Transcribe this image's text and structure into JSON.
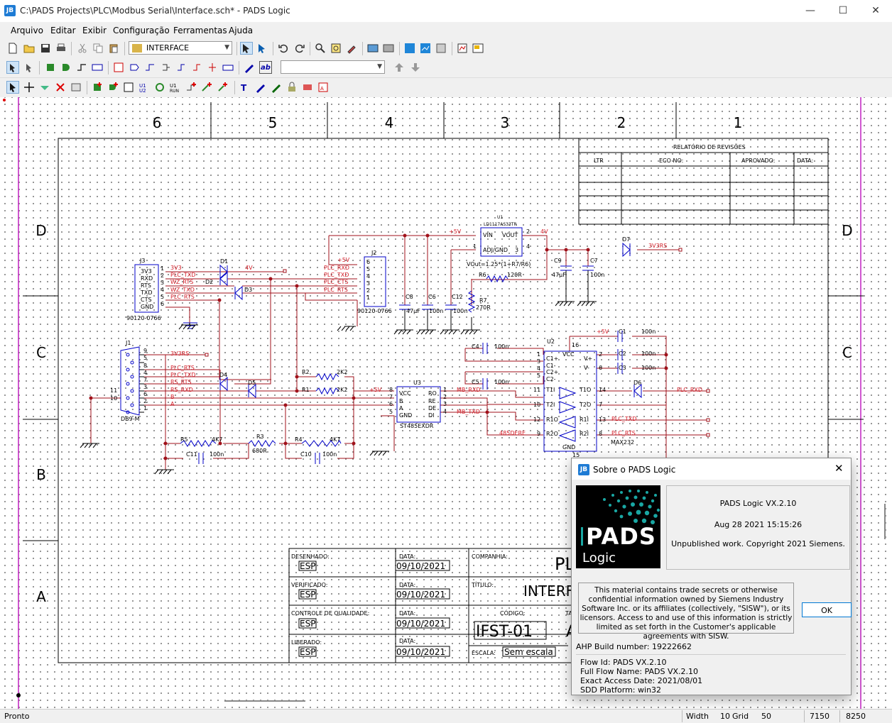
{
  "window": {
    "title": "C:\\PADS Projects\\PLC\\Modbus Serial\\Interface.sch* - PADS Logic",
    "icon": "pads-app-icon"
  },
  "menu": [
    "Arquivo",
    "Editar",
    "Exibir",
    "Configuração",
    "Ferramentas",
    "Ajuda"
  ],
  "toolbar": {
    "sheet_select": "INTERFACE",
    "filter_select": ""
  },
  "sheet": {
    "columns": [
      "6",
      "5",
      "4",
      "3",
      "2",
      "1"
    ],
    "rows": [
      "D",
      "C",
      "B",
      "A"
    ],
    "revisions": {
      "title": "RELATÓRIO DE REVISÕES",
      "headers": [
        "LTR",
        "ECO NO:",
        "APROVADO:",
        "DATA:"
      ]
    },
    "title_block": {
      "drawn_label": "DESENHADO:",
      "drawn": "ESP",
      "checked_label": "VERIFICADO:",
      "checked": "ESP",
      "qc_label": "CONTROLE DE QUALIDADE:",
      "qc": "ESP",
      "released_label": "LIBERADO:",
      "released": "ESP",
      "date_label": "DATA:",
      "date1": "09/10/2021",
      "date2": "09/10/2021",
      "date3": "09/10/2021",
      "date4": "09/10/2021",
      "company_label": "COMPANHIA:",
      "company": "PL",
      "title_label": "TÍTULO:",
      "title": "INTERF",
      "code_label": "CÓDIGO:",
      "code": "IFST-01",
      "size_label": "TA",
      "size": "A",
      "scale_label": "ESCALA:",
      "scale": "Sem escala"
    }
  },
  "schematic": {
    "j3": {
      "ref": "J3",
      "part": "90120-0766",
      "pins": [
        "3V3",
        "RXD",
        "RTS",
        "TXD",
        "CTS",
        "GND"
      ],
      "nums": [
        "1",
        "2",
        "3",
        "4",
        "5",
        "6"
      ]
    },
    "j2": {
      "ref": "J2",
      "part": "90120-0766",
      "nums": [
        "6",
        "5",
        "4",
        "3",
        "2",
        "1"
      ]
    },
    "j1": {
      "ref": "J1",
      "part": "DB9-M",
      "nums": [
        "9",
        "5",
        "8",
        "4",
        "7",
        "3",
        "6",
        "2",
        "1"
      ],
      "side_nums": [
        "11",
        "10"
      ]
    },
    "u1": {
      "ref": "U1",
      "part": "LD1117AS33TR",
      "vin": "VIN",
      "vout": "VOUT",
      "adj": "ADJ/GND",
      "pin1": "1",
      "pin2": "2",
      "pin3": "3",
      "pin4": "4",
      "formula": "VOut=1.25*(1+R7/R6)"
    },
    "u2": {
      "ref": "U2",
      "part": "MAX232",
      "left": [
        "C1+",
        "C1-",
        "C2+",
        "C2-",
        "T1I",
        "T2I",
        "R1O",
        "R2O"
      ],
      "left_nums": [
        "1",
        "3",
        "4",
        "5",
        "11",
        "10",
        "12",
        "9"
      ],
      "right": [
        "V+",
        "V-",
        "T1O",
        "T2O",
        "R1I",
        "R2I"
      ],
      "right_nums": [
        "2",
        "6",
        "14",
        "7",
        "13",
        "8"
      ],
      "vcc": "VCC",
      "vcc_num": "16",
      "gnd": "GND",
      "gnd_num": "15"
    },
    "u3": {
      "ref": "U3",
      "part": "ST485EXDR",
      "left": [
        "VCC",
        "B",
        "A",
        "GND"
      ],
      "left_nums": [
        "8",
        "7",
        "6",
        "5"
      ],
      "right": [
        "RO",
        "RE",
        "DE",
        "DI"
      ],
      "right_nums": [
        "1",
        "2",
        "3",
        "4"
      ]
    },
    "diodes": [
      "D1",
      "D2",
      "D3",
      "D4",
      "D5",
      "D6",
      "D7"
    ],
    "net_labels": {
      "v4": "4V",
      "v4b": "4V",
      "p5v": "+5V",
      "p5v2": "+5V",
      "p5v3": "+5V",
      "p5v4": "+5V",
      "v3v3": "3V3",
      "v3v3rs": "3V3RS",
      "v3v3rs2": "3V3RS",
      "plc_txd": "PLC_TXD",
      "plc_txd2": "PLC_TXD",
      "plc_txd3": "PLC_TXD",
      "plc_txd4": "PLC_TXD",
      "wz_rts": "WZ_RTS",
      "wz_txd": "WZ_TXD",
      "plc_rts": "PLC_RTS",
      "plc_rts2": "PLC_RTS",
      "plc_rts3": "PLC_RTS",
      "plc_rts4": "PLC_RTS",
      "plc_rxd": "PLC_RXD",
      "plc_rxd2": "PLC_RXD",
      "plc_cts": "PLC_CTS",
      "rs_rts": "RS_RTS",
      "rs_rxd": "RS_RXD",
      "b": "B",
      "a": "A",
      "mb_rxd": "MB_RXD",
      "mb_txd": "MB_TXD",
      "rs485dere": "485DERE"
    },
    "components": {
      "c8": "C8",
      "c8v": "47µF",
      "c6": "C6",
      "c6v": "100n",
      "c12": "C12",
      "c12v": "100n",
      "r7": "R7",
      "r7v": "270R",
      "r6": "R6",
      "r6v": "120R",
      "c9": "C9",
      "c9v": "47µF",
      "c7": "C7",
      "c7v": "100n",
      "c1": "C1",
      "c1v": "100n",
      "c2": "C2",
      "c2v": "100n",
      "c3": "C3",
      "c3v": "100n",
      "c4": "C4",
      "c4v": "100n",
      "c5": "C5",
      "c5v": "100n",
      "r1": "R1",
      "r1v": "2K2",
      "r2": "R2",
      "r2v": "2K2",
      "r5": "R5",
      "r5v": "4K7",
      "r3": "R3",
      "r3v": "680R",
      "r4": "R4",
      "r4v": "4K7",
      "c11": "C11",
      "c11v": "100n",
      "c10": "C10",
      "c10v": "100n"
    }
  },
  "about": {
    "title": "Sobre o PADS Logic",
    "logo_pads": "PADS",
    "logo_logic": "Logic",
    "product": "PADS Logic VX.2.10",
    "date": "Aug 28 2021 15:15:26",
    "copyright": "Unpublished work. Copyright 2021 Siemens.",
    "legal": "This material contains trade secrets or otherwise confidential information owned by Siemens Industry Software Inc. or its affiliates (collectively, \"SISW\"), or its licensors. Access to and use of this information is strictly limited as set forth in the Customer's applicable agreements with SISW.",
    "ok": "OK",
    "build": "AHP Build number: 19222662",
    "flow_id": "Flow Id: PADS VX.2.10",
    "flow_name": "Full Flow Name: PADS VX.2.10",
    "access_date": "Exact Access Date: 2021/08/01",
    "platform": "SDD Platform: win32"
  },
  "status": {
    "left": "Pronto",
    "width_label": "Width",
    "width": "10",
    "grid_label": "Grid",
    "grid": "50",
    "x": "7150",
    "y": "8250"
  },
  "colors": {
    "wire": "#a0121b",
    "symbol": "#0000c8",
    "net_label": "#d4202a",
    "title_frame": "#000000",
    "border_magenta": "#c020c0"
  }
}
